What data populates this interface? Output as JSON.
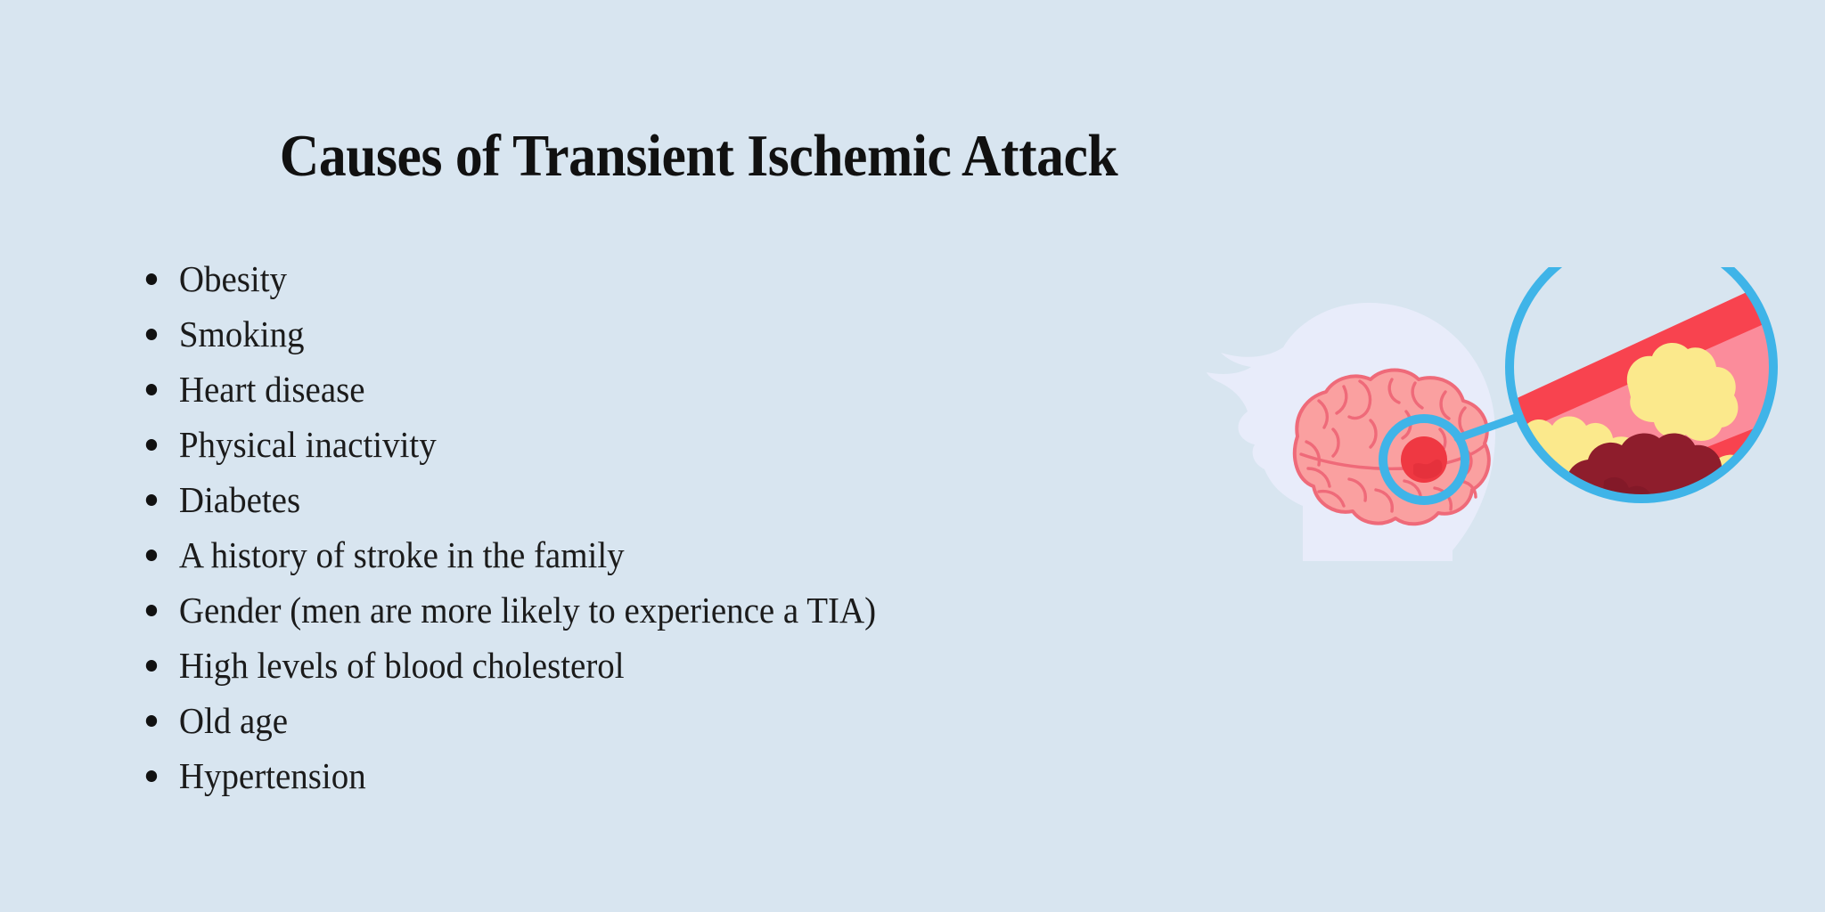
{
  "page": {
    "background_color": "#d8e5f0",
    "title": "Causes of Transient Ischemic Attack"
  },
  "causes": [
    {
      "label": "Obesity"
    },
    {
      "label": "Smoking"
    },
    {
      "label": "Heart disease"
    },
    {
      "label": "Physical inactivity"
    },
    {
      "label": "Diabetes"
    },
    {
      "label": "A history of stroke in the family"
    },
    {
      "label": "Gender (men are more likely to experience a TIA)"
    },
    {
      "label": "High levels of blood cholesterol"
    },
    {
      "label": "Old age"
    },
    {
      "label": "Hypertension"
    }
  ],
  "illustration": {
    "name": "head-brain-artery-diagram",
    "parts": {
      "head_silhouette": "head-silhouette",
      "brain": "brain",
      "affected_spot": "brain-affected-spot",
      "magnifier_small": "magnifier-circle-small",
      "connector": "magnifier-connector-line",
      "magnifier_large": "magnifier-circle-large",
      "artery": "artery-cross-section",
      "plaque": "cholesterol-plaque",
      "clot": "blood-clot"
    },
    "colors": {
      "head": "#e8ecfa",
      "brain_fill": "#faa0a0",
      "brain_stroke": "#ef6a79",
      "spot": "#ef3842",
      "magnifier": "#3fb4e8",
      "artery_wall": "#f8434f",
      "artery_inner": "#fb8c9b",
      "plaque": "#fbe98c",
      "clot": "#8e1d2c"
    }
  }
}
